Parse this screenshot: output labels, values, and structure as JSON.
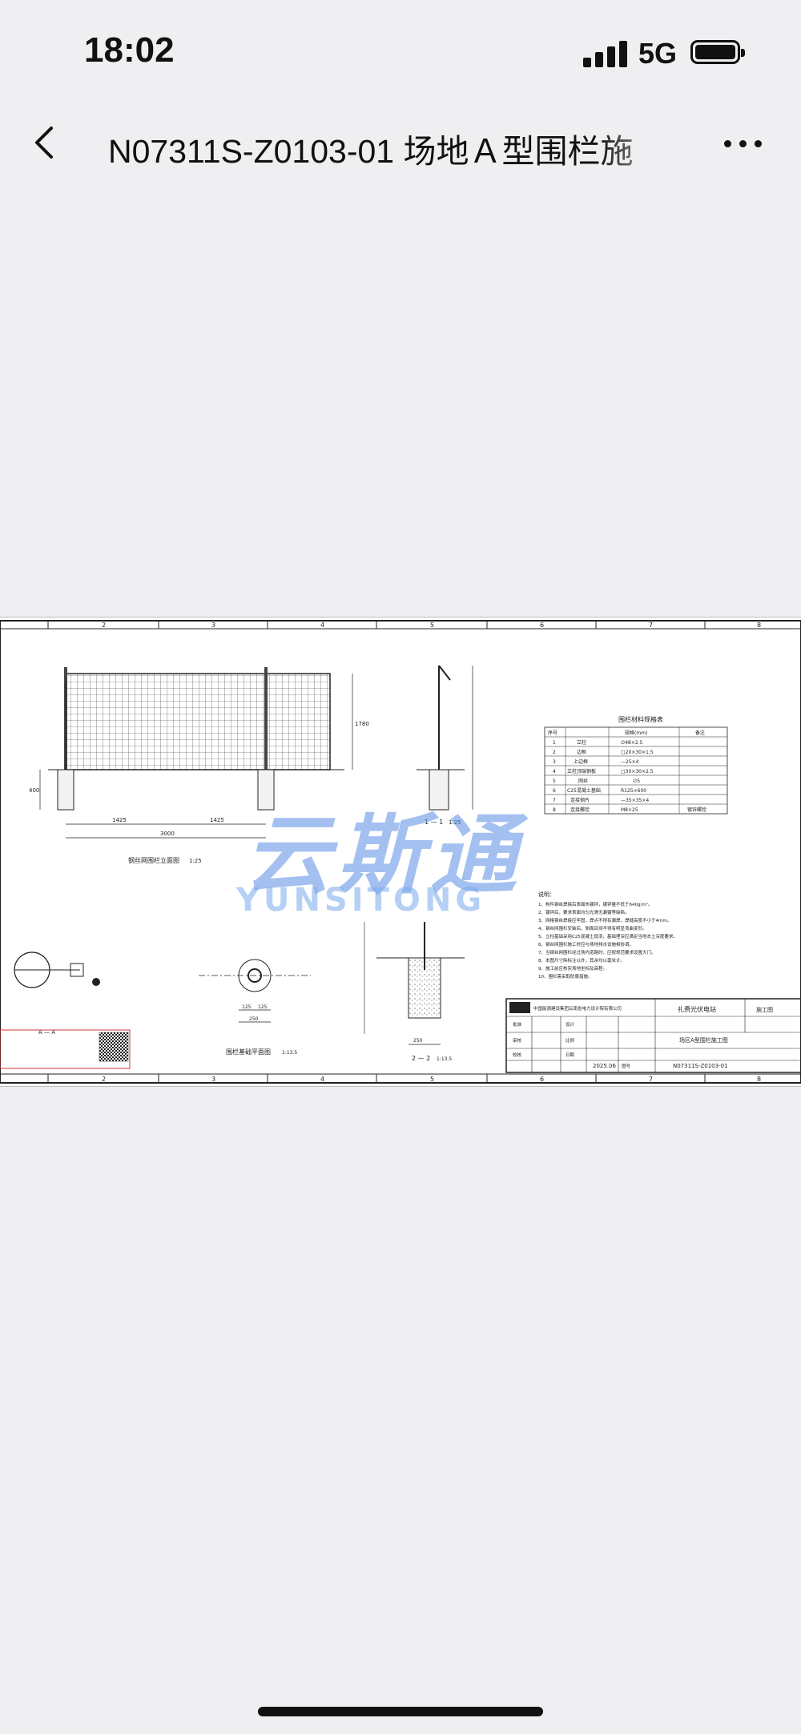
{
  "status_bar": {
    "time": "18:02",
    "network": "5G",
    "icons": [
      "signal-icon",
      "battery-icon"
    ]
  },
  "nav": {
    "title": "N07311S-Z0103-01  场地Ａ型围栏施",
    "icons": [
      "back-arrow-icon",
      "more-icon"
    ]
  },
  "drawing": {
    "col_numbers": [
      "2",
      "3",
      "4",
      "5",
      "6",
      "7",
      "8"
    ],
    "elevation_title": "钢丝网围栏立面图",
    "elevation_scale": "1:25",
    "section1_label": "1 — 1",
    "section1_scale": "1:25",
    "section2_label": "2 — 2",
    "section2_scale": "1:13.5",
    "section_a_label": "A — A",
    "plan_title": "围栏基础平面图",
    "plan_scale": "1:13.5",
    "dims": {
      "overall": "3000",
      "half_left": "1425",
      "half_right": "1425",
      "height": "1780",
      "depth": "400",
      "footing": "250",
      "footing_half": "125"
    },
    "table": {
      "title": "围栏材料规格表",
      "headers": [
        "序号",
        "规格(mm)",
        "备注"
      ],
      "rows": [
        [
          "1",
          "立柱",
          "∅48×2.5",
          ""
        ],
        [
          "2",
          "边框",
          "□20×30×1.5",
          ""
        ],
        [
          "3",
          "上边框",
          "—25×4",
          ""
        ],
        [
          "4",
          "立柱顶端钢板",
          "□30×30×2.5",
          ""
        ],
        [
          "5",
          "网丝",
          "∅5",
          ""
        ],
        [
          "6",
          "C25混凝土基础",
          "R125×600",
          ""
        ],
        [
          "7",
          "连接钢片",
          "—35×35×4",
          ""
        ],
        [
          "8",
          "连接螺栓",
          "M8×25",
          "镀锌螺栓"
        ]
      ]
    },
    "notes_title": "说明：",
    "notes": [
      "1、构件钢丝焊接后表面热镀锌，镀锌量不低于640g/m²。",
      "2、镀锌后，要求表面均匀光滑无漏镀等缺陷。",
      "3、网格钢丝焊接应牢固，焊点不得有漏焊，焊缝高度不小于4mm。",
      "4、钢丝网围栏安装后，侧面目测不得有明显弯曲变形。",
      "5、立柱基础采用C25混凝土现浇，基础埋深应满足当地冻土深度要求。",
      "6、钢丝网围栏施工时应与场地排水设施相协调。",
      "7、当钢丝网围栏经过场内道路时，应按规范要求设置大门。",
      "8、本图尺寸除标注以外，其余均以毫米计。",
      "9、施工前应核实场地坐标及高程。",
      "10、围栏需采取防腐措施。"
    ],
    "title_block": {
      "company": "中国能源建设集团云南省电力设计院有限公司",
      "project": "扎赉光伏电站",
      "stage": "施工图",
      "drawing_name": "场区A型围栏施工图",
      "date": "2025.06",
      "drawing_no": "N07311S-Z0103-01",
      "labels": [
        "批准",
        "审核",
        "校核",
        "设计",
        "比例",
        "日期",
        "图号"
      ]
    },
    "watermark": {
      "cn": "云斯通",
      "en": "YUNSITONG"
    }
  }
}
